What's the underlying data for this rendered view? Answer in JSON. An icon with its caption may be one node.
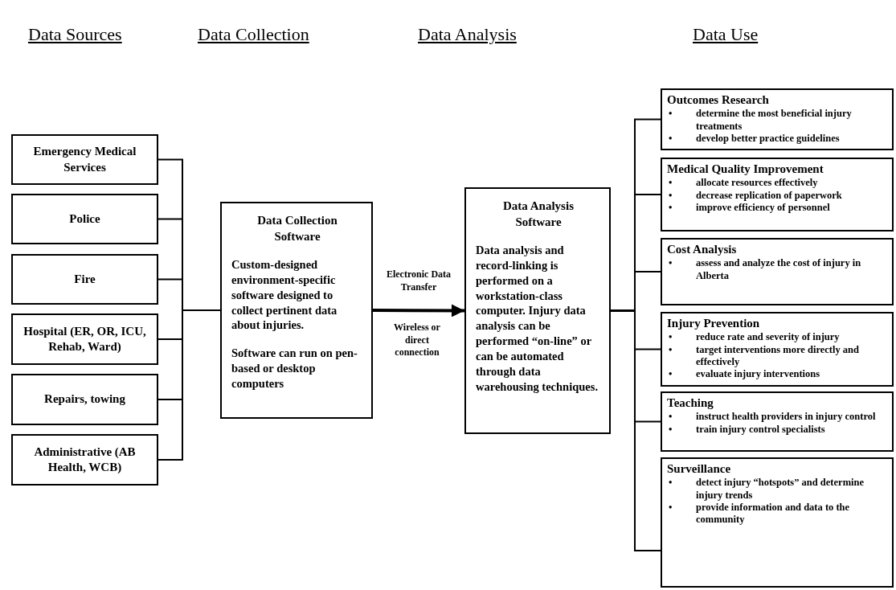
{
  "diagram": {
    "nodes": [
      {
        "text": [
          "Emergency Medical Services"
        ]
      },
      {
        "text": [
          "Police"
        ]
      },
      {
        "text": [
          "Fire"
        ]
      },
      {
        "text": [
          "Hospital (ER, OR, ICU, Rehab, Ward)"
        ]
      },
      {
        "text": [
          "Repairs, towing"
        ]
      },
      {
        "text": [
          "Administrative (AB Health, WCB)"
        ]
      },
      {
        "text": [
          "Data Collection Software",
          "Custom-designed environment-specific software designed to collect pertinent data about injuries.",
          "Software can run on pen-based or desktop computers"
        ]
      },
      {
        "text": [
          "Data Analysis Software",
          "Data analysis and record-linking is performed on a workstation-class computer. Injury data analysis can be performed “on-line” or can be automated through data warehousing techniques."
        ]
      },
      {
        "text": [
          "Outcomes Research",
          "•",
          "determine the most beneficial injury treatments",
          "•",
          "develop better practice guidelines"
        ]
      },
      {
        "text": [
          "Medical Quality Improvement",
          "•",
          "allocate resources effectively",
          "•",
          "decrease replication of paperwork",
          "•",
          "improve efficiency of personnel"
        ]
      },
      {
        "text": [
          "Cost Analysis",
          "•",
          "assess and analyze the cost of injury in Alberta"
        ]
      },
      {
        "text": [
          "Injury Prevention",
          "•",
          "reduce rate and severity of injury",
          "•",
          "target interventions more directly and effectively",
          "•",
          "evaluate injury interventions"
        ]
      },
      {
        "text": [
          "Teaching",
          "•",
          "instruct health providers in injury control",
          "•",
          "train injury control specialists"
        ]
      },
      {
        "text": [
          "Surveillance",
          "•",
          "detect injury “hotspots” and determine injury trends",
          "•",
          "provide information and data to the community"
        ]
      }
    ],
    "edges": [
      {
        "from": 0,
        "to": 6,
        "arrow": "none"
      },
      {
        "from": 1,
        "to": 6,
        "arrow": "none"
      },
      {
        "from": 2,
        "to": 6,
        "arrow": "none"
      },
      {
        "from": 3,
        "to": 6,
        "arrow": "none"
      },
      {
        "from": 4,
        "to": 6,
        "arrow": "none"
      },
      {
        "from": 5,
        "to": 6,
        "arrow": "none"
      },
      {
        "from": 6,
        "to": 7,
        "arrow": "to",
        "style": "thick",
        "label": "Electronic Data Transfer"
      },
      {
        "from": 7,
        "to": 8,
        "arrow": "none"
      },
      {
        "from": 7,
        "to": 9,
        "arrow": "none"
      },
      {
        "from": 7,
        "to": 10,
        "arrow": "none"
      },
      {
        "from": 7,
        "to": 11,
        "arrow": "none"
      },
      {
        "from": 7,
        "to": 12,
        "arrow": "none"
      },
      {
        "from": 7,
        "to": 13,
        "arrow": "none"
      }
    ],
    "labels": [
      "Data Sources",
      "Data Collection",
      "Data Analysis",
      "Data Use",
      "Wireless or direct connection"
    ]
  }
}
